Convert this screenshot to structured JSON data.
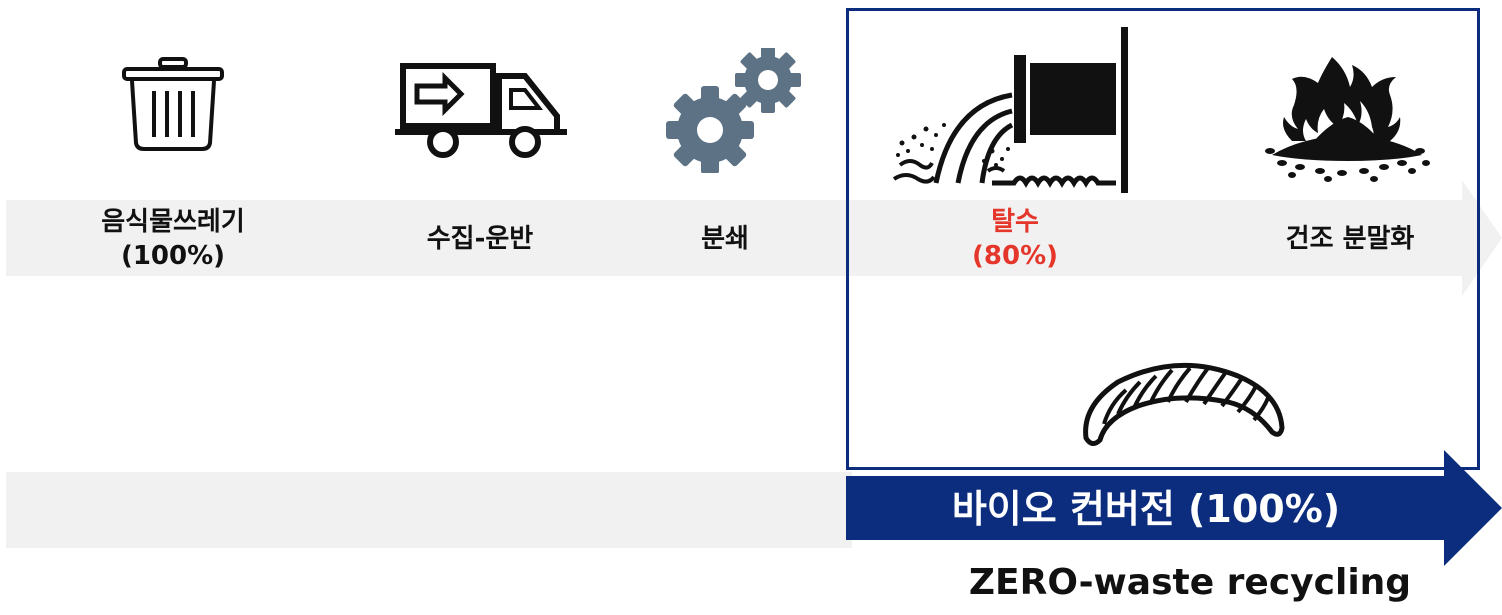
{
  "steps": [
    {
      "name": "food-waste",
      "label": "음식물쓰레기",
      "sub": "(100%)",
      "color": "#111111",
      "icon": "trash-bin-icon"
    },
    {
      "name": "collection",
      "label": "수집-운반",
      "sub": "",
      "color": "#111111",
      "icon": "delivery-truck-icon"
    },
    {
      "name": "crushing",
      "label": "분쇄",
      "sub": "",
      "color": "#111111",
      "icon": "gears-icon"
    },
    {
      "name": "dehydration",
      "label": "탈수",
      "sub": "(80%)",
      "color": "#e5362b",
      "icon": "drain-pipe-icon"
    },
    {
      "name": "drying",
      "label": "건조 분말화",
      "sub": "",
      "color": "#111111",
      "icon": "burning-pile-icon"
    }
  ],
  "bio": {
    "label": "바이오 컨버전 (100%)",
    "icon": "larva-icon",
    "color": "#0c2d7e"
  },
  "footer": "ZERO-waste recycling"
}
